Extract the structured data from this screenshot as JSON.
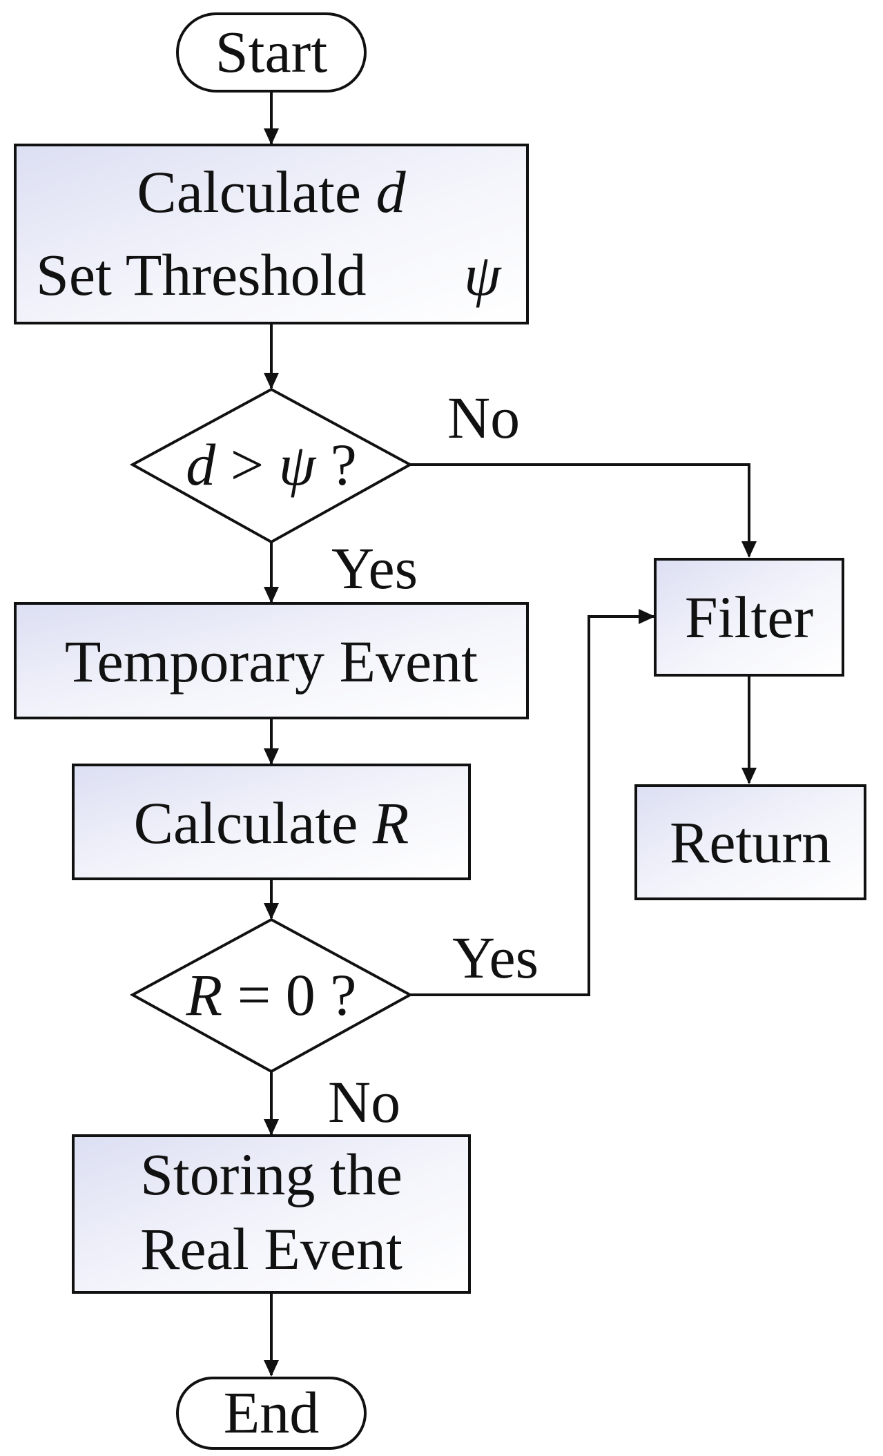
{
  "start": {
    "label": "Start"
  },
  "calc_d": {
    "line1_text": "Calculate ",
    "line1_var": "d",
    "line2_text": "Set Threshold",
    "line2_var": "ψ"
  },
  "decision_d": {
    "var_d": "d",
    "op": " > ",
    "var_psi": "ψ",
    "suffix": " ?",
    "no_label": "No",
    "yes_label": "Yes"
  },
  "temporary_event": {
    "label": "Temporary Event"
  },
  "calc_r": {
    "text": "Calculate ",
    "var": "R"
  },
  "decision_r": {
    "var": "R",
    "text": " = 0 ?",
    "yes_label": "Yes",
    "no_label": "No"
  },
  "filter": {
    "label": "Filter"
  },
  "return": {
    "label": "Return"
  },
  "storing": {
    "line1": "Storing the",
    "line2": "Real Event"
  },
  "end": {
    "label": "End"
  }
}
